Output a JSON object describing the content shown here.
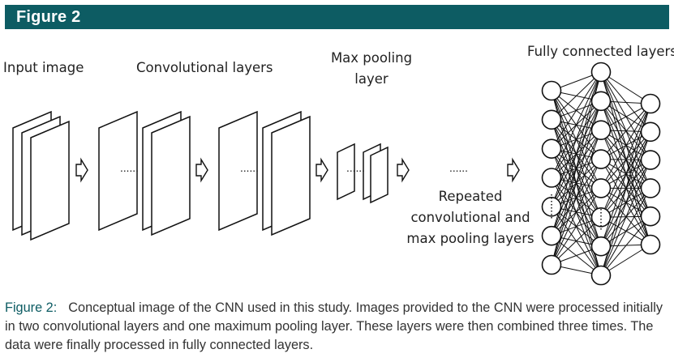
{
  "header": {
    "title": "Figure 2"
  },
  "diagram": {
    "labels": {
      "input_image": "Input image",
      "convolutional_layers": "Convolutional layers",
      "max_pooling_line1": "Max pooling",
      "max_pooling_line2": "layer",
      "fully_connected": "Fully connected layers",
      "repeated_line1": "Repeated",
      "repeated_line2": "convolutional  and",
      "repeated_line3": "max pooling layers"
    },
    "ellipsis": "......",
    "network": {
      "layer1_nodes": 7,
      "layer2_nodes": 8,
      "layer3_nodes": 6
    }
  },
  "caption": {
    "label": "Figure 2:",
    "text": "Conceptual image of the CNN used in this study. Images provided to the CNN were processed initially in two convolutional layers and one maximum pooling layer. These layers were then combined three times. The data were finally processed in fully connected layers."
  }
}
